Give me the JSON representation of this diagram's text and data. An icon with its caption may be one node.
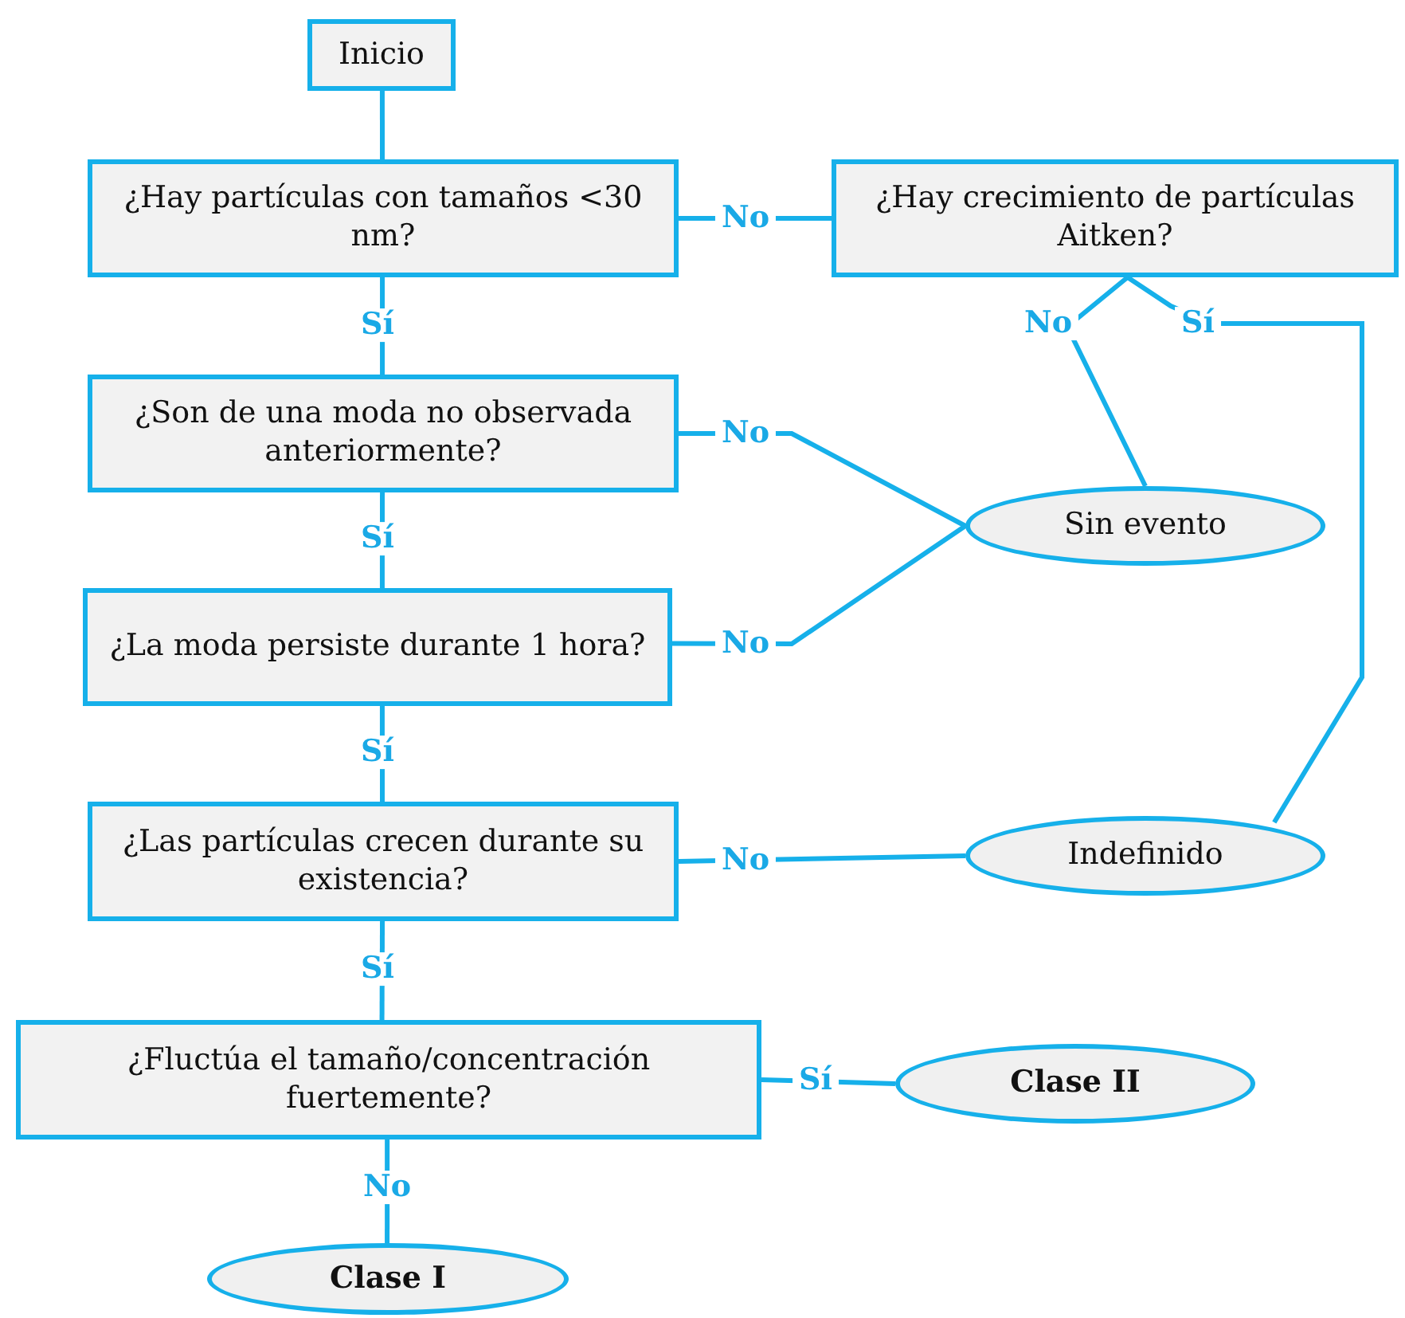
{
  "diagram": {
    "nodes": [
      {
        "text": [
          "Inicio"
        ]
      },
      {
        "text": [
          "¿Hay partículas con tamaños <30 nm?"
        ]
      },
      {
        "text": [
          "¿Hay crecimiento de partículas Aitken?"
        ]
      },
      {
        "text": [
          "¿Son de una moda no observada anteriormente?"
        ]
      },
      {
        "text": [
          "Sin evento"
        ]
      },
      {
        "text": [
          "¿La moda persiste durante 1 hora?"
        ]
      },
      {
        "text": [
          "¿Las partículas crecen durante su existencia?"
        ]
      },
      {
        "text": [
          "Indefinido"
        ]
      },
      {
        "text": [
          "¿Fluctúa el tamaño/concentración fuertemente?"
        ]
      },
      {
        "text": [
          "Clase II"
        ]
      },
      {
        "text": [
          "Clase I"
        ]
      }
    ],
    "edges": [
      {
        "from": 0,
        "to": 1,
        "arrow": "none"
      },
      {
        "from": 1,
        "to": 3,
        "arrow": "none",
        "label": "Sí"
      },
      {
        "from": 1,
        "to": 2,
        "arrow": "none",
        "label": "No"
      },
      {
        "from": 2,
        "to": 4,
        "arrow": "none",
        "label": "No"
      },
      {
        "from": 2,
        "to": 7,
        "arrow": "none",
        "label": "Sí"
      },
      {
        "from": 3,
        "to": 4,
        "arrow": "none",
        "label": "No"
      },
      {
        "from": 3,
        "to": 5,
        "arrow": "none",
        "label": "Sí"
      },
      {
        "from": 5,
        "to": 4,
        "arrow": "none",
        "label": "No"
      },
      {
        "from": 5,
        "to": 6,
        "arrow": "none",
        "label": "Sí"
      },
      {
        "from": 6,
        "to": 7,
        "arrow": "none",
        "label": "No"
      },
      {
        "from": 6,
        "to": 8,
        "arrow": "none",
        "label": "Sí"
      },
      {
        "from": 8,
        "to": 9,
        "arrow": "none",
        "label": "Sí"
      },
      {
        "from": 8,
        "to": 10,
        "arrow": "none",
        "label": "No"
      }
    ]
  }
}
